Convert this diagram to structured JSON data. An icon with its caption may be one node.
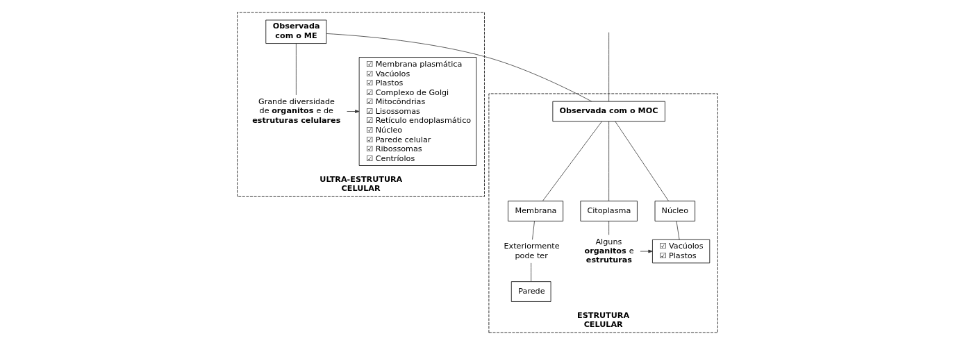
{
  "diagram": {
    "nodes": [
      {
        "text": [
          "ESTRUTURA CELULAR"
        ]
      },
      {
        "text": [
          "Observada com o MOC"
        ],
        "in": 0
      },
      {
        "text": [
          "Membrana"
        ],
        "in": 0
      },
      {
        "text": [
          "Citoplasma"
        ],
        "in": 0
      },
      {
        "text": [
          "Núcleo"
        ],
        "in": 0
      },
      {
        "text": [
          "Exteriormente pode ter"
        ],
        "in": 0
      },
      {
        "text": [
          "Parede"
        ],
        "in": 0
      },
      {
        "text": [
          "Alguns **organitos** e **estruturas**"
        ],
        "in": 0
      },
      {
        "text": [
          "☑ Vacúolos",
          "☑ Plastos"
        ],
        "in": 0
      },
      {
        "text": [
          "ULTRA-ESTRUTURA CELULAR"
        ]
      },
      {
        "text": [
          "Observada com o ME"
        ],
        "in": 9
      },
      {
        "text": [
          "Grande diversidade de **organitos** e de **estruturas celulares**"
        ],
        "in": 9
      },
      {
        "text": [
          "☑ Membrana plasmática",
          "☑ Vacúolos",
          "☑ Plastos",
          "☑ Complexo de Golgi",
          "☑ Mitocôndrias",
          "☑ Lisossomas",
          "☑ Retículo endoplasmático",
          "☑ Núcleo",
          "☑ Parede celular",
          "☑ Ribossomas",
          "☑ Centríolos"
        ],
        "in": 9
      }
    ],
    "edges": [
      {
        "from": 1,
        "to": 2,
        "arrow": "none"
      },
      {
        "from": 1,
        "to": 3,
        "arrow": "none"
      },
      {
        "from": 1,
        "to": 4,
        "arrow": "none"
      },
      {
        "from": 2,
        "to": 5,
        "arrow": "none"
      },
      {
        "from": 5,
        "to": 6,
        "arrow": "none"
      },
      {
        "from": 3,
        "to": 7,
        "arrow": "none"
      },
      {
        "from": 7,
        "to": 8,
        "arrow": "to"
      },
      {
        "from": 4,
        "to": 8,
        "arrow": "none"
      },
      {
        "from": 1,
        "to": 10,
        "arrow": "none"
      },
      {
        "from": null,
        "to": 1,
        "arrow": "none"
      },
      {
        "from": 10,
        "to": 11,
        "arrow": "none"
      },
      {
        "from": 11,
        "to": 12,
        "arrow": "to"
      }
    ]
  }
}
